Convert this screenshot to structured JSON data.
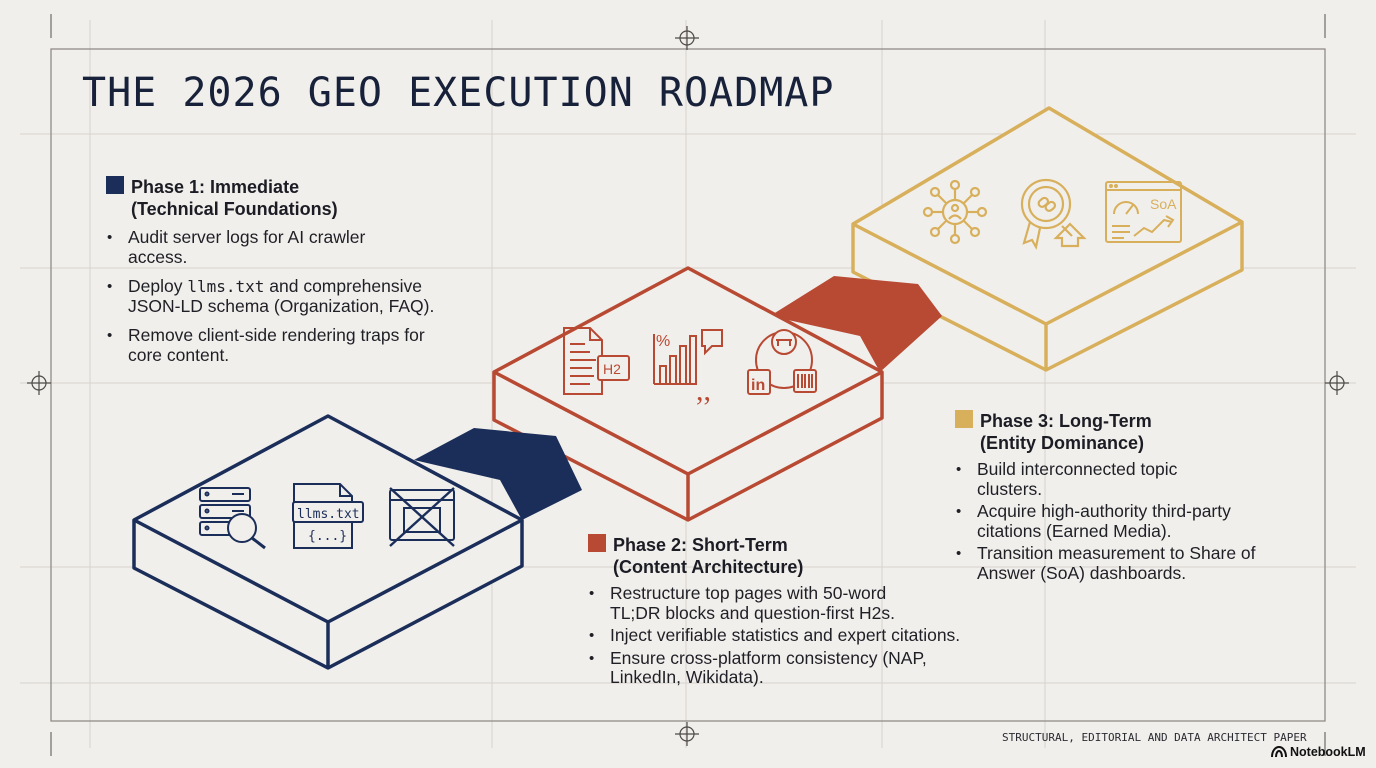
{
  "title": "THE 2026 GEO EXECUTION ROADMAP",
  "colors": {
    "phase1": "#1b2e5a",
    "phase2": "#b84a33",
    "phase3": "#d8b05c",
    "background": "#f1efec",
    "grid": "#d4d1cc"
  },
  "phases": [
    {
      "square_color": "#1b2e5a",
      "title_line1": "Phase 1: Immediate",
      "title_line2": "(Technical Foundations)",
      "bullets": [
        "Audit server logs for AI crawler access.",
        {
          "before": "Deploy ",
          "code": "llms.txt",
          "after": " and comprehensive JSON-LD schema (Organization, FAQ)."
        },
        "Remove client-side rendering traps for core content."
      ]
    },
    {
      "square_color": "#b84a33",
      "title_line1": "Phase 2: Short-Term",
      "title_line2": "(Content Architecture)",
      "bullets": [
        "Restructure top pages with 50-word TL;DR blocks and question-first H2s.",
        "Inject verifiable statistics and expert citations.",
        "Ensure cross-platform consistency (NAP, LinkedIn, Wikidata)."
      ]
    },
    {
      "square_color": "#d8b05c",
      "title_line1": "Phase 3: Long-Term",
      "title_line2": "(Entity Dominance)",
      "bullets": [
        "Build interconnected topic clusters.",
        "Acquire high-authority third-party citations (Earned Media).",
        "Transition measurement to Share of Answer (SoA) dashboards."
      ]
    }
  ],
  "icons": {
    "phase1": [
      "server-search-icon",
      "llms-txt-file-icon",
      "blocked-browser-window-icon"
    ],
    "phase2": [
      "h2-document-icon",
      "statistics-quote-icon",
      "cross-platform-icon"
    ],
    "phase3": [
      "topic-cluster-network-icon",
      "authority-badge-icon",
      "soa-dashboard-icon"
    ]
  },
  "icon_text": {
    "llms_file_label": "llms.txt",
    "llms_file_braces": "{...}",
    "h2_label": "H2",
    "percent": "%",
    "soa_label": "SoA",
    "linkedin": "in"
  },
  "footer": "STRUCTURAL, EDITORIAL AND DATA ARCHITECT PAPER",
  "brand": "NotebookLM"
}
